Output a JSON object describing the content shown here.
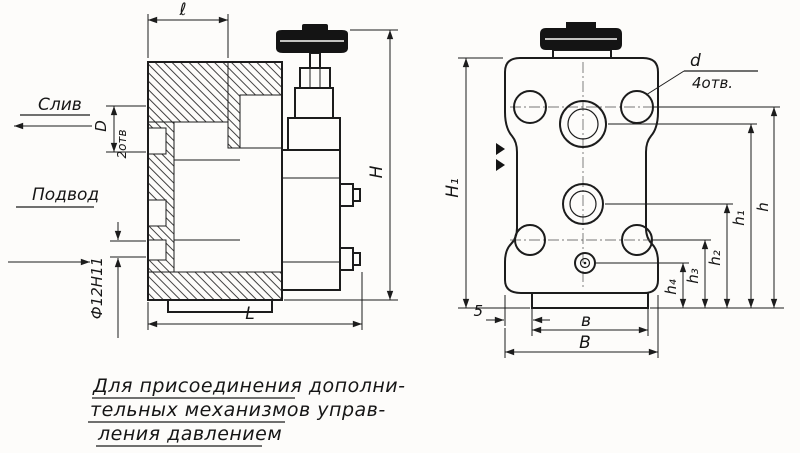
{
  "drawing": {
    "kind": "valve-two-view-technical-drawing",
    "ink_color": "#1c1c1c",
    "background_color": "#fdfcfa"
  },
  "left_view": {
    "labels": {
      "dim_length_top": "ℓ",
      "dim_height": "H",
      "dim_length_bottom": "L",
      "dim_port_diameter": "D",
      "port_count": "2отв",
      "dim_inlet_bore": "Ф12Н11",
      "drain": "Слив",
      "supply": "Подвод"
    }
  },
  "right_view": {
    "labels": {
      "dim_height": "H₁",
      "dim_hole_diameter": "d",
      "hole_count": "4отв.",
      "dim_h": "h",
      "dim_h1": "h₁",
      "dim_h2": "h₂",
      "dim_h3": "h₃",
      "dim_h4": "h₄",
      "dim_width_outer": "B",
      "dim_width_inner": "в",
      "dim_base_offset": "5"
    }
  },
  "note": {
    "line1": "Для присоединения дополни-",
    "line2": "тельных механизмов управ-",
    "line3": "ления давлением"
  }
}
